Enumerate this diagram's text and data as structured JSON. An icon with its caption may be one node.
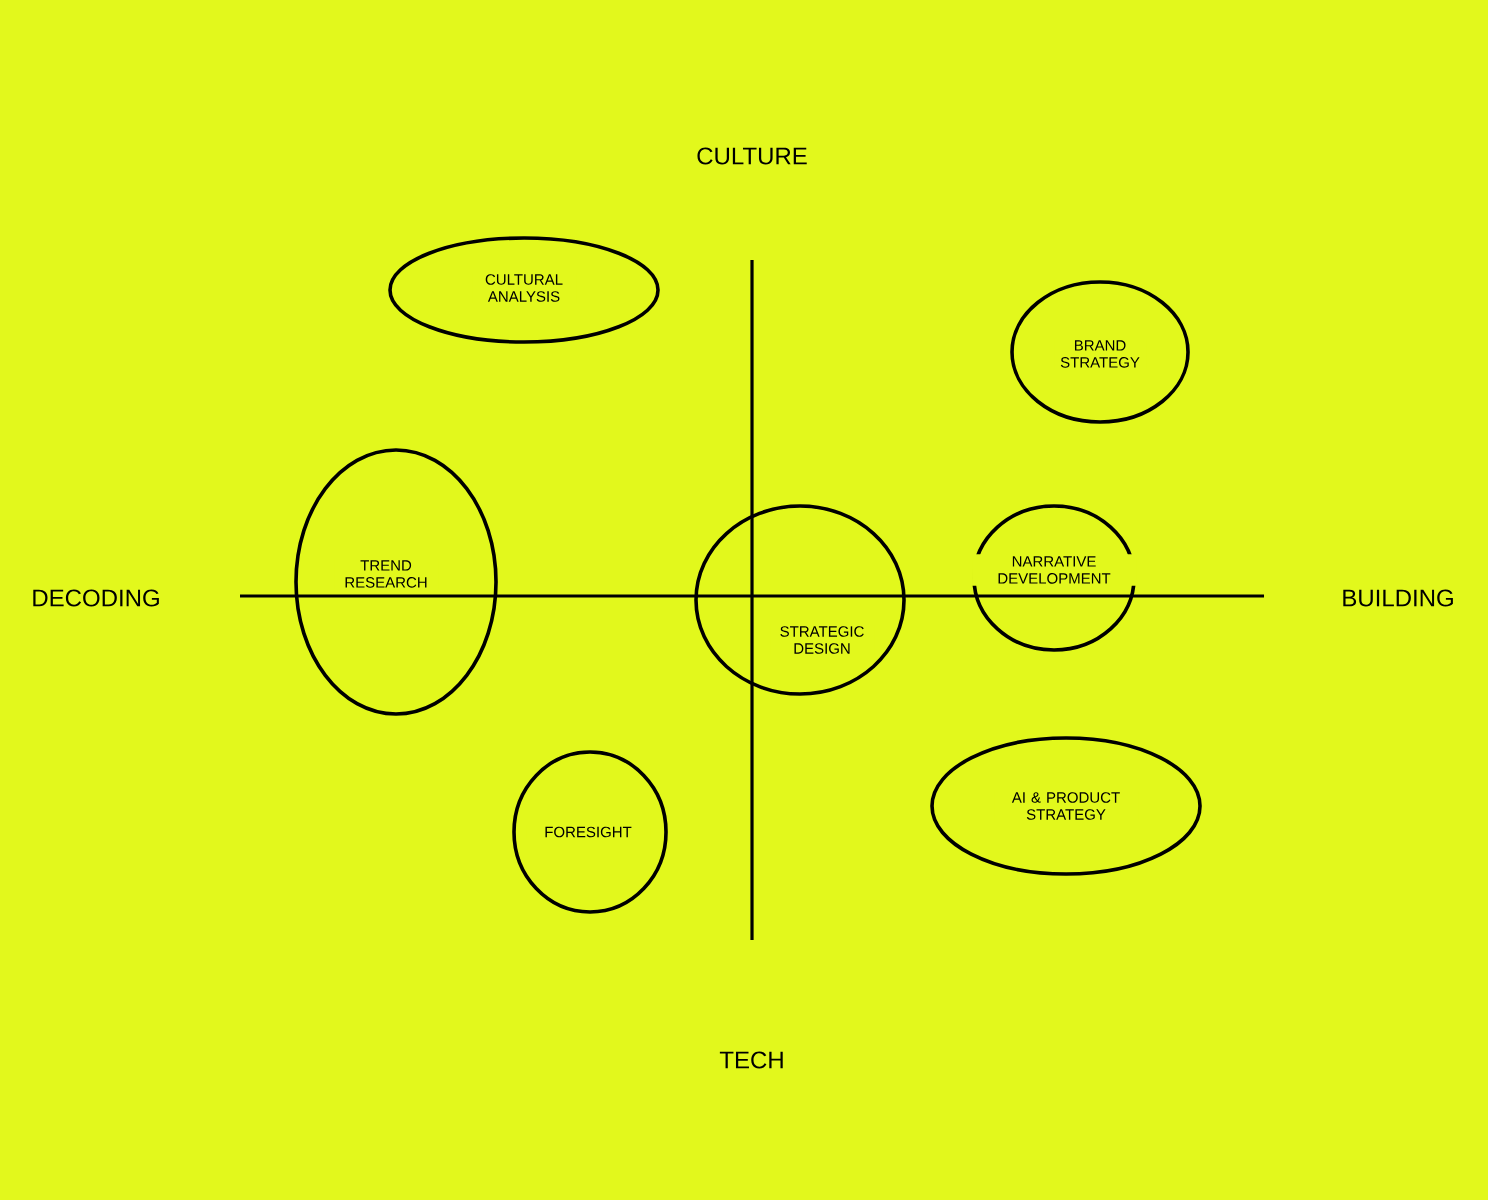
{
  "diagram": {
    "nodes": [
      {
        "text": [
          "CULTURAL ANALYSIS"
        ]
      },
      {
        "text": [
          "BRAND STRATEGY"
        ]
      },
      {
        "text": [
          "TREND RESEARCH"
        ]
      },
      {
        "text": [
          "NARRATIVE DEVELOPMENT"
        ]
      },
      {
        "text": [
          "STRATEGIC DESIGN"
        ]
      },
      {
        "text": [
          "FORESIGHT"
        ]
      },
      {
        "text": [
          "AI & PRODUCT STRATEGY"
        ]
      }
    ],
    "labels": [
      "CULTURE",
      "DECODING",
      "BUILDING",
      "TECH"
    ]
  }
}
